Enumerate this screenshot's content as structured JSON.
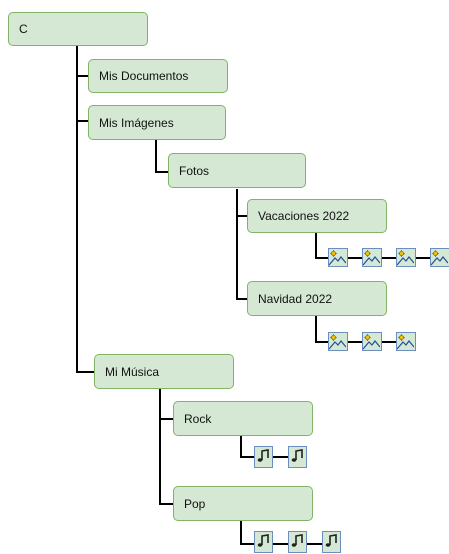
{
  "tree": {
    "root": "C",
    "mis_documentos": "Mis Documentos",
    "mis_imagenes": "Mis Imágenes",
    "fotos": "Fotos",
    "vacaciones": "Vacaciones 2022",
    "navidad": "Navidad 2022",
    "mi_musica": "Mi Música",
    "rock": "Rock",
    "pop": "Pop"
  },
  "files": {
    "vacaciones_images": 4,
    "navidad_images": 3,
    "rock_songs": 2,
    "pop_songs": 3
  },
  "icons": {
    "image": "image-file-icon",
    "music": "music-file-icon"
  },
  "colors": {
    "node_fill": "#d5e8d4",
    "node_border": "#82b366",
    "icon_border": "#6c8ebf",
    "connector": "#000000"
  }
}
